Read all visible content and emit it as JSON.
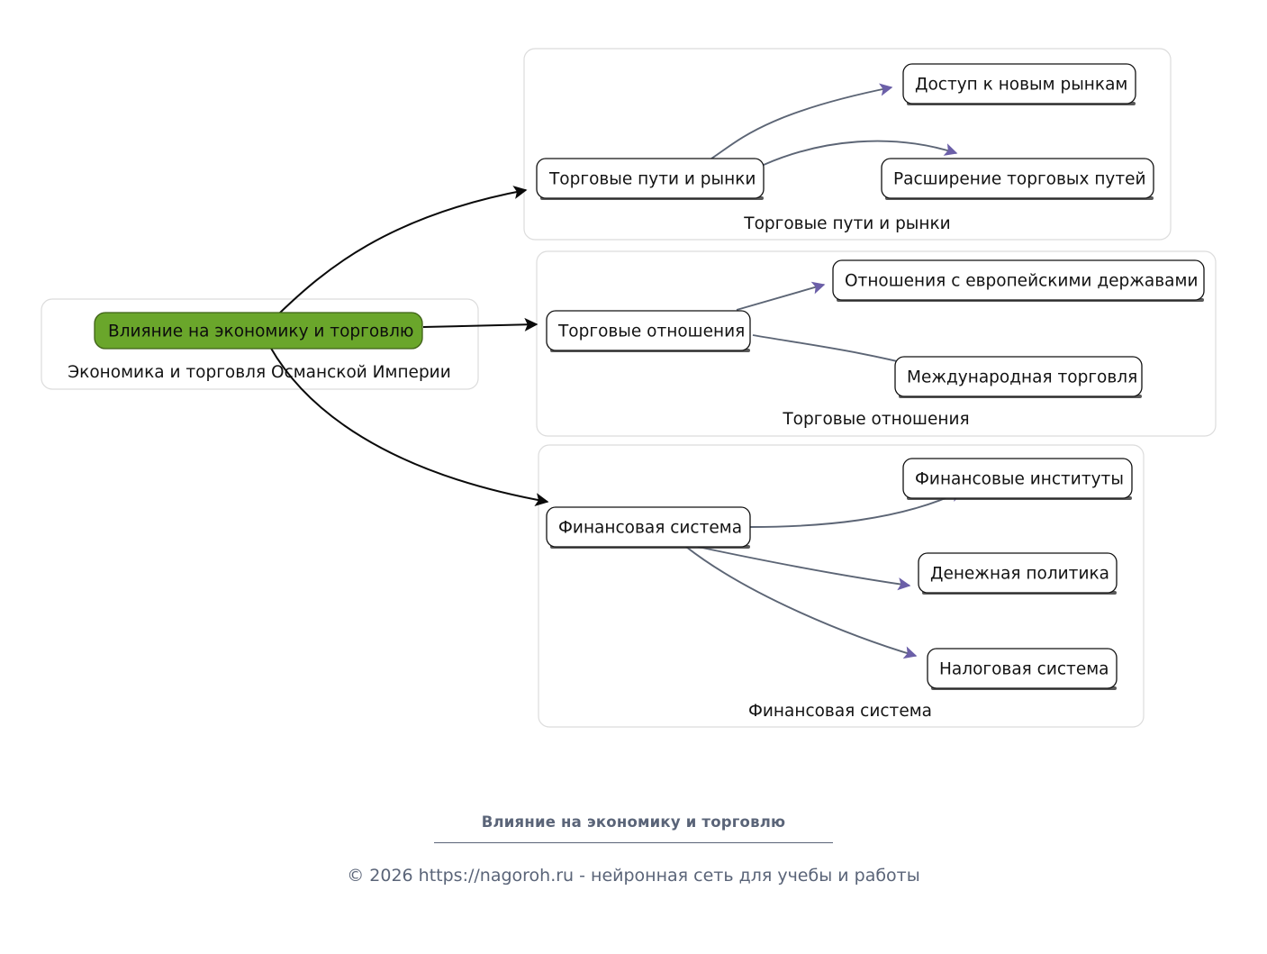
{
  "meta": {
    "diagram_title": "Влияние на экономику и торговлю",
    "accent_color": "#6aa62b",
    "edge_color": "#5c6575",
    "root_edge_color": "#0a0a0a",
    "cluster_border_color": "#dcdcdc",
    "footer_text_color": "#5a6478"
  },
  "root_cluster": {
    "label": "Экономика и торговля Османской Империи",
    "node": {
      "label": "Влияние на экономику и торговлю",
      "style": "highlighted-green"
    }
  },
  "clusters": [
    {
      "id": "cluster-trade-routes",
      "label": "Торговые пути и рынки",
      "parent_node": {
        "label": "Торговые пути и рынки"
      },
      "children": [
        {
          "label": "Доступ к новым рынкам"
        },
        {
          "label": "Расширение торговых путей"
        }
      ]
    },
    {
      "id": "cluster-trade-relations",
      "label": "Торговые отношения",
      "parent_node": {
        "label": "Торговые отношения"
      },
      "children": [
        {
          "label": "Отношения с европейскими державами"
        },
        {
          "label": "Международная торговля"
        }
      ]
    },
    {
      "id": "cluster-financial-system",
      "label": "Финансовая система",
      "parent_node": {
        "label": "Финансовая система"
      },
      "children": [
        {
          "label": "Финансовые институты"
        },
        {
          "label": "Денежная политика"
        },
        {
          "label": "Налоговая система"
        }
      ]
    }
  ],
  "footer": {
    "title": "Влияние на экономику и торговлю",
    "copyright": "© 2026 https://nagoroh.ru - нейронная сеть для учебы и работы"
  }
}
